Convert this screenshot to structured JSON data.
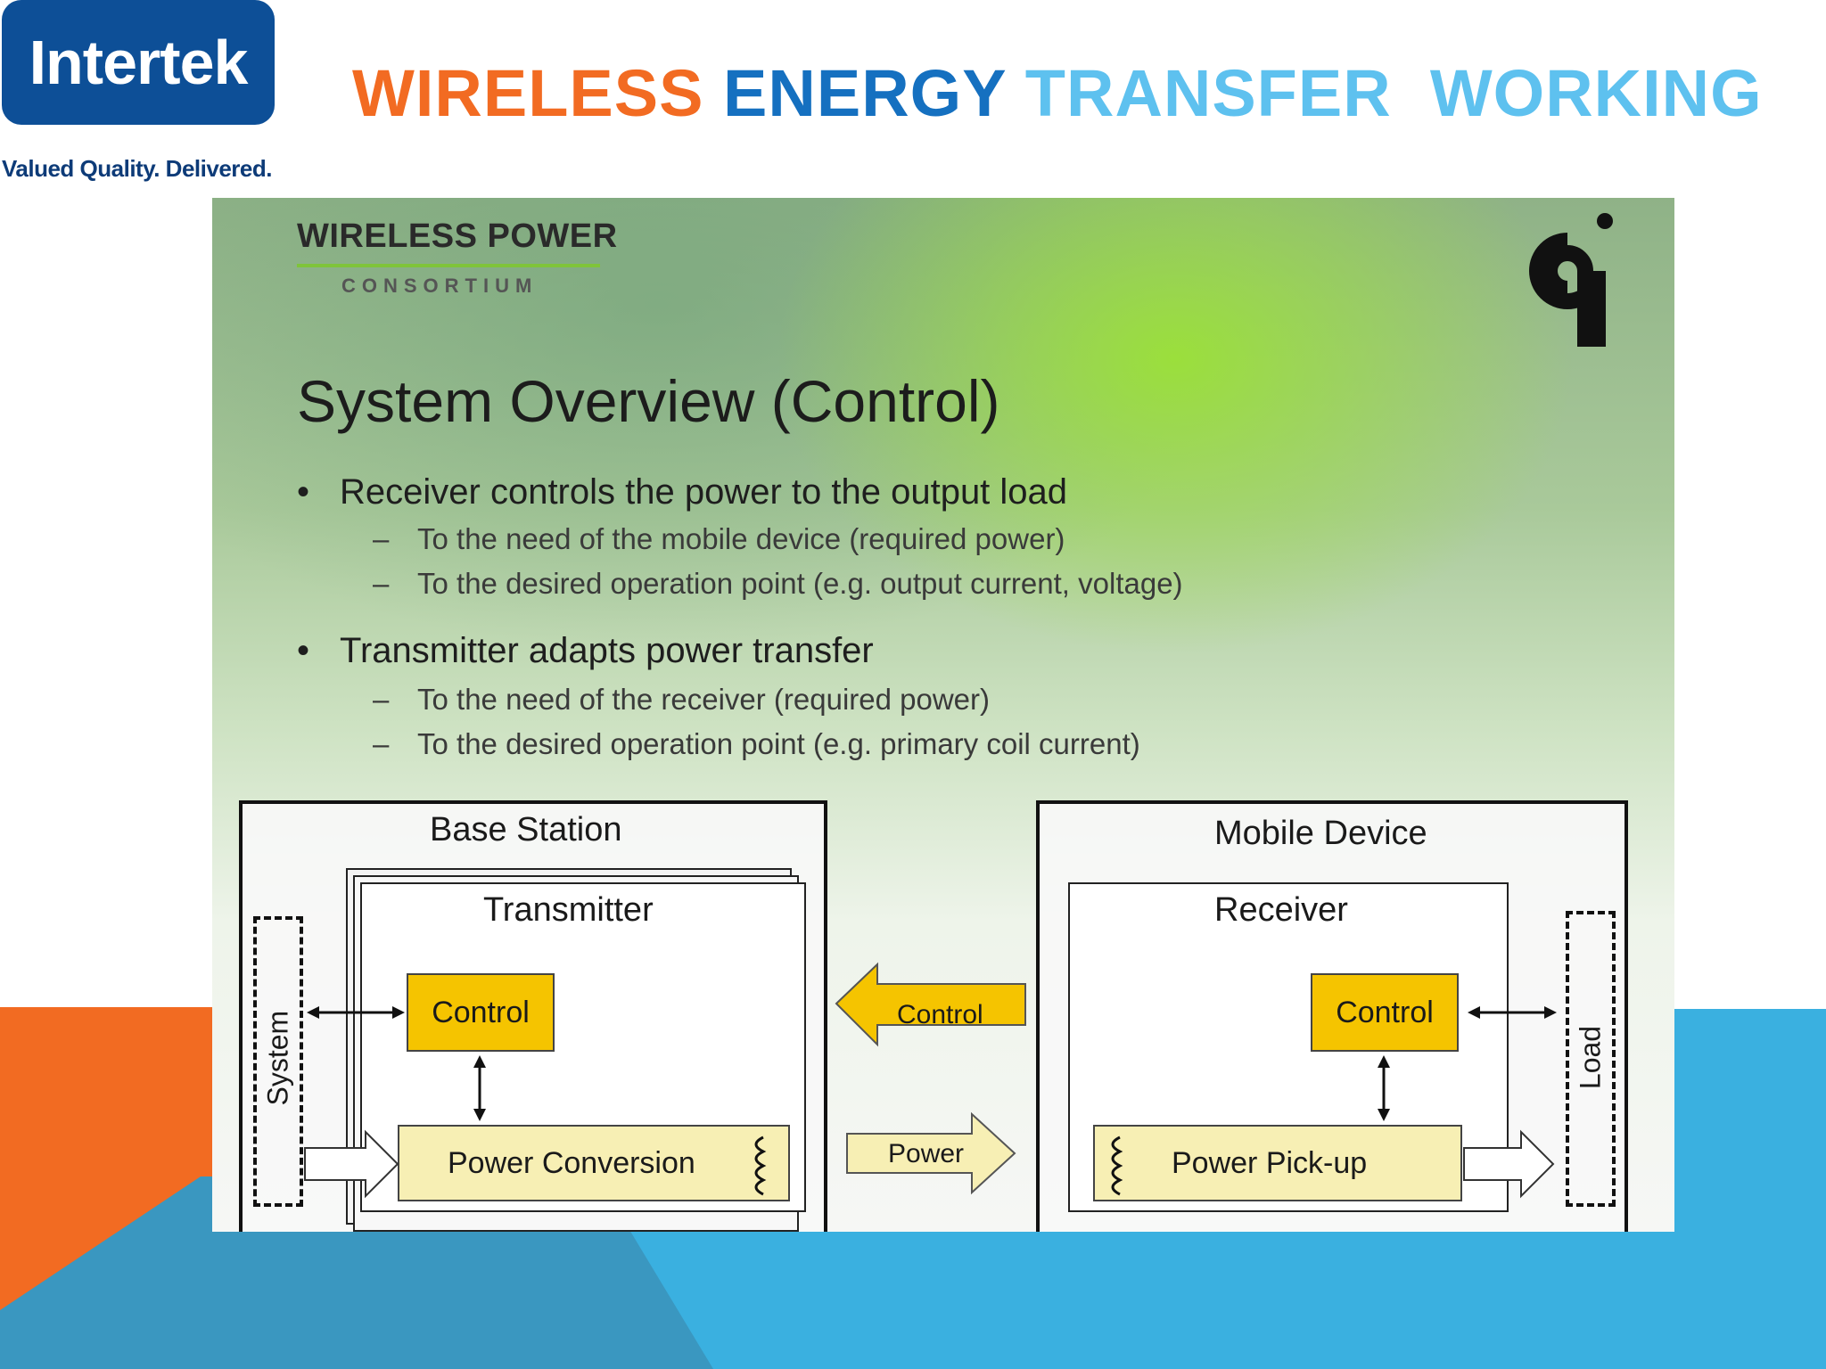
{
  "header": {
    "logo_text": "Intertek",
    "tagline": "Valued Quality. Delivered.",
    "title_words": [
      "WIRELESS",
      "ENERGY",
      "TRANSFER",
      "WORKING"
    ]
  },
  "slide": {
    "consortium_title": "WIRELESS POWER",
    "consortium_subtitle": "CONSORTIUM",
    "logo_text": "qi",
    "heading": "System Overview (Control)",
    "bullets": [
      {
        "text": "Receiver controls the power to the output load",
        "subs": [
          "To the need of the mobile device (required power)",
          "To the desired operation point (e.g. output current, voltage)"
        ]
      },
      {
        "text": "Transmitter adapts power transfer",
        "subs": [
          "To the need of the receiver (required power)",
          "To the desired operation point (e.g. primary coil current)"
        ]
      }
    ],
    "bullet_char": "•",
    "dash_char": "–",
    "diagram": {
      "base_station": "Base Station",
      "transmitter": "Transmitter",
      "system": "System",
      "tx_control": "Control",
      "power_conversion": "Power Conversion",
      "mobile_device": "Mobile Device",
      "receiver": "Receiver",
      "rx_control": "Control",
      "power_pickup": "Power Pick-up",
      "load": "Load",
      "control_arrow": "Control",
      "power_arrow": "Power"
    }
  },
  "colors": {
    "intertek_blue": "#0d4f97",
    "title_orange": "#f26b22",
    "title_blue": "#1570c0",
    "title_light_blue": "#5ec1ef",
    "control_yellow": "#f5c400",
    "conversion_yellow": "#f7efb4",
    "deco_blue": "#3ab0e0"
  }
}
